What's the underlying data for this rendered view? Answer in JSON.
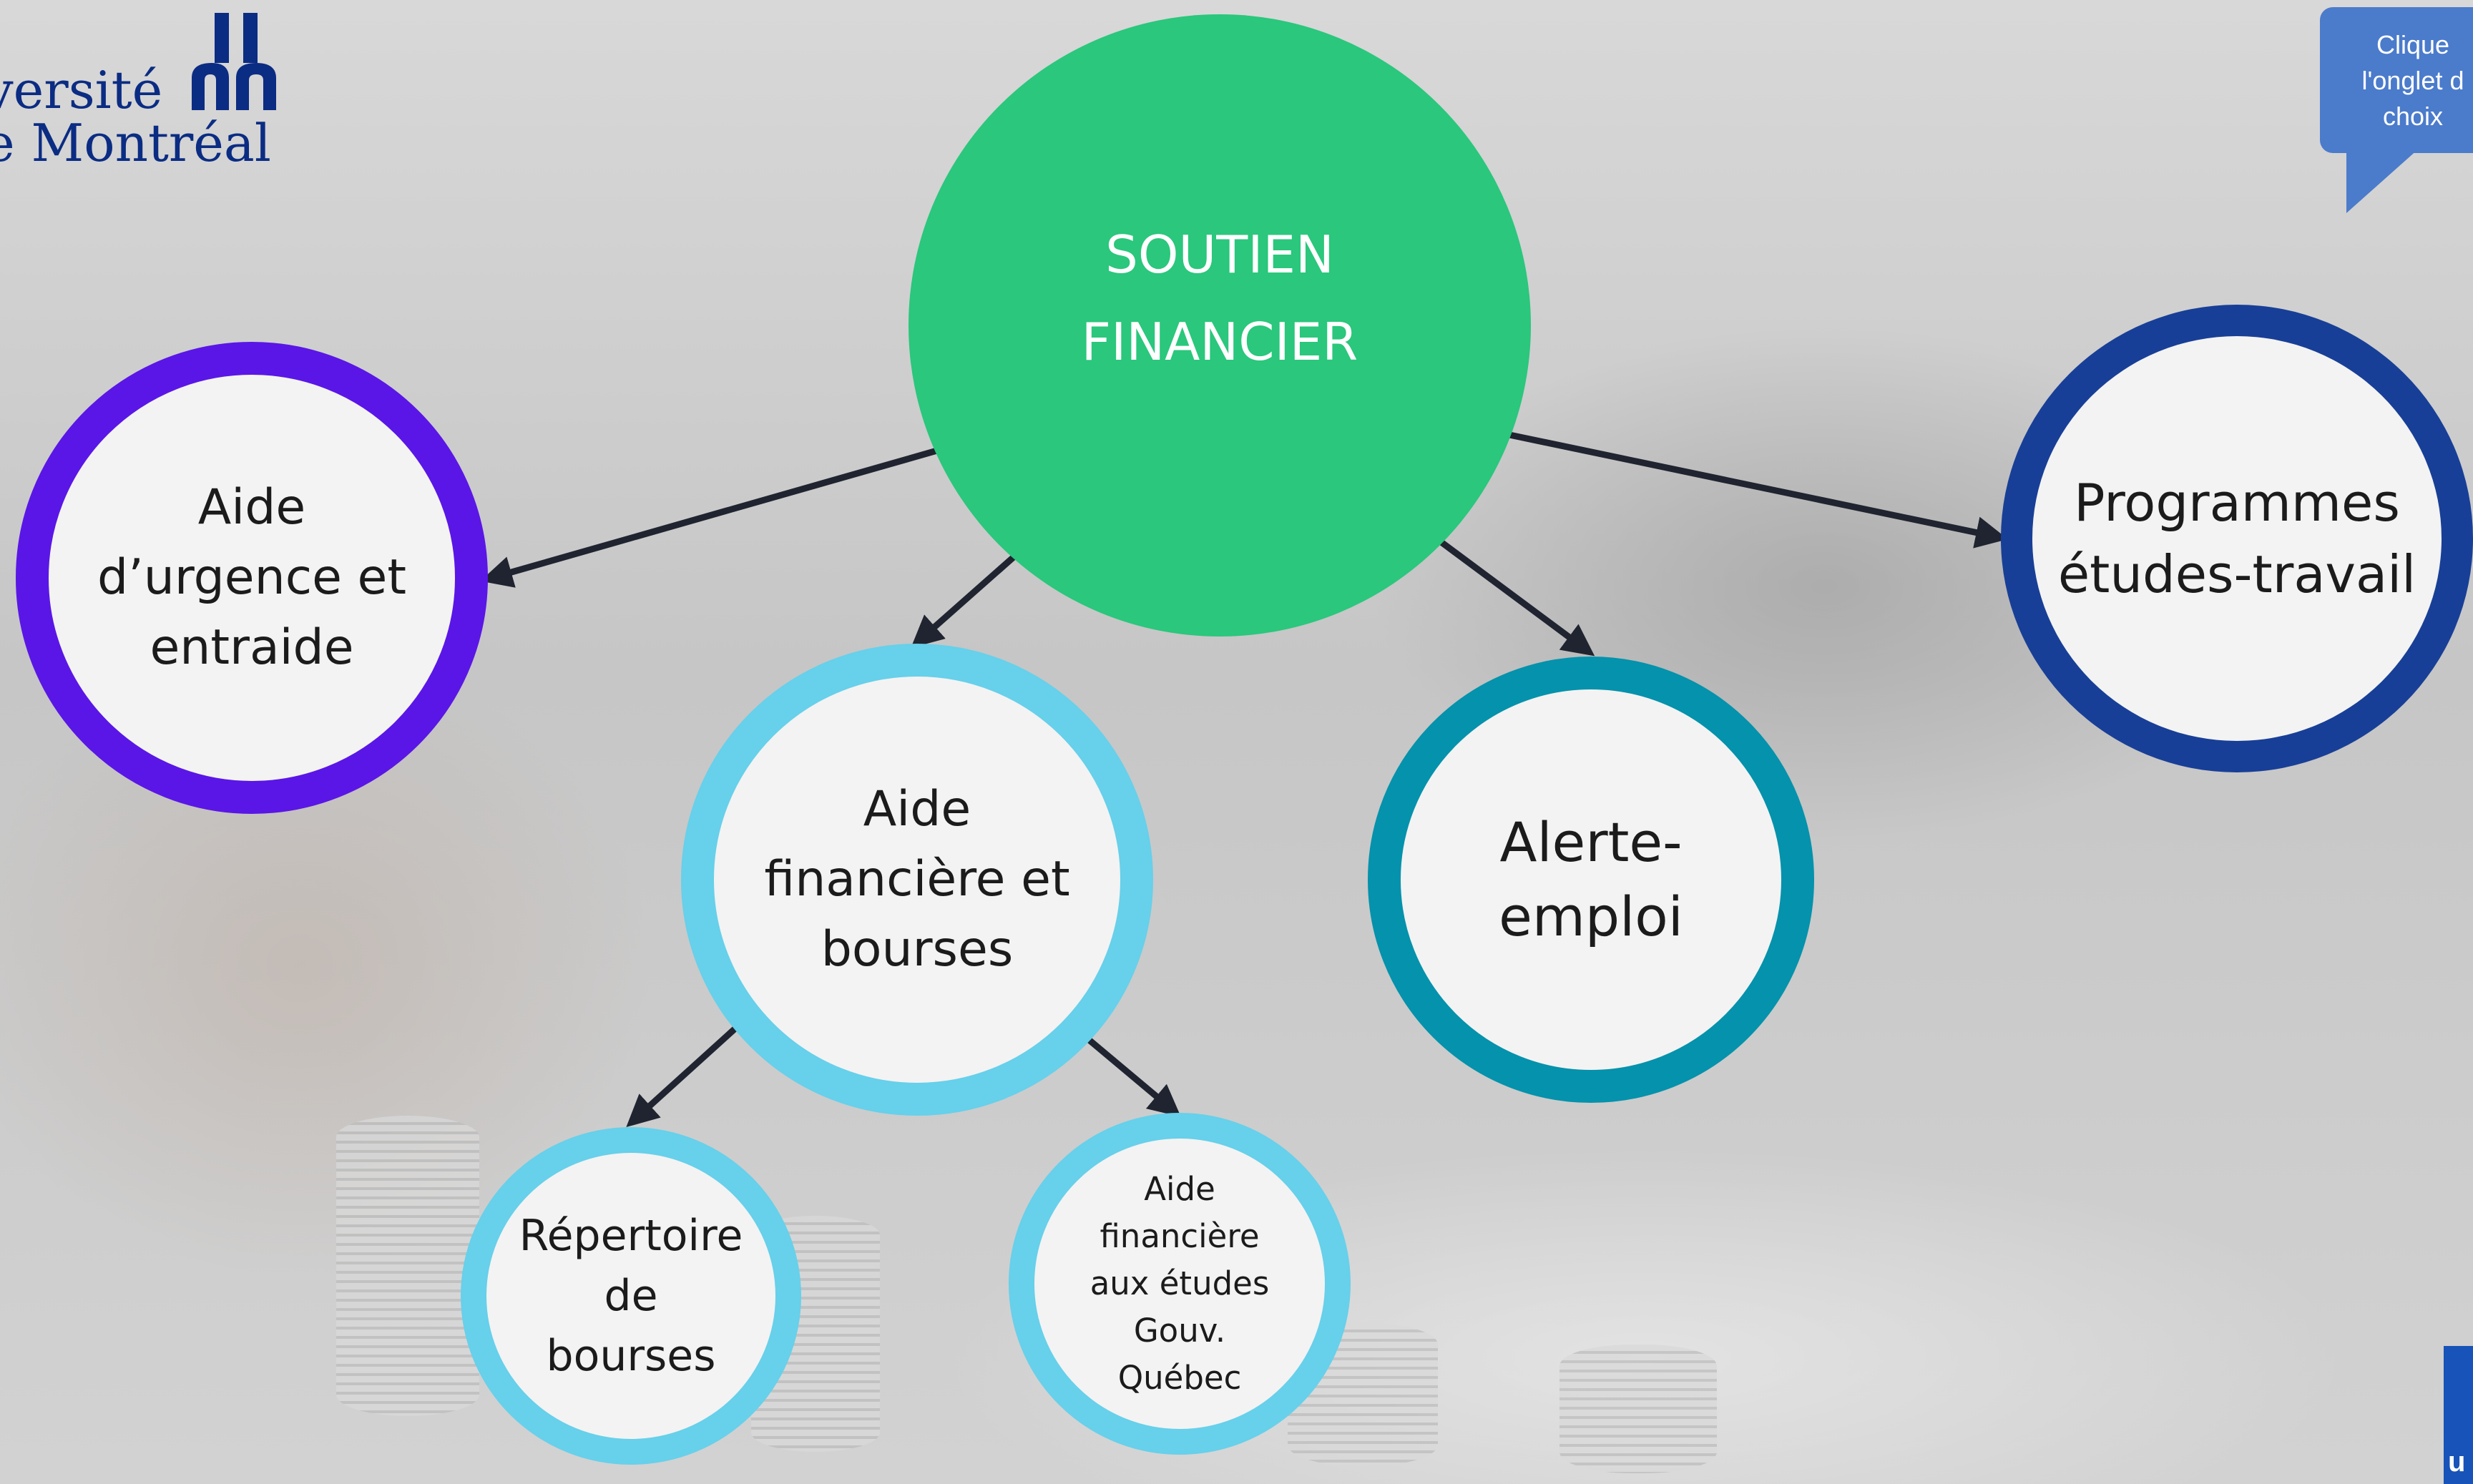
{
  "logo": {
    "line1": "versité",
    "line2": "e Montréal",
    "brand_color": "#0b2c83"
  },
  "hint_bubble": {
    "line1": "Clique",
    "line2": "l'onglet d",
    "line3": "choix",
    "color": "#4b7bcb"
  },
  "diagram": {
    "center": {
      "line1": "SOUTIEN",
      "line2": "FINANCIER",
      "color": "#2ac77c"
    },
    "nodes": {
      "urgence": {
        "line1": "Aide",
        "line2": "d’urgence et",
        "line3": "entraide",
        "color": "#5a16e6"
      },
      "bourses": {
        "line1": "Aide",
        "line2": "financière et",
        "line3": "bourses",
        "color": "#67d0ea"
      },
      "alerte": {
        "line1": "Alerte-",
        "line2": "emploi",
        "color": "#0492ac"
      },
      "programmes": {
        "line1": "Programmes",
        "line2": "études-travail",
        "color": "#183f97"
      },
      "repertoire": {
        "line1": "Répertoire",
        "line2": "de",
        "line3": "bourses",
        "color": "#67d0ea"
      },
      "gouv": {
        "line1": "Aide",
        "line2": "financière",
        "line3": "aux études",
        "line4": "Gouv.",
        "line5": "Québec",
        "color": "#67d0ea"
      }
    },
    "arrow_color": "#1f2430"
  },
  "corner_badge": {
    "label": "u"
  }
}
